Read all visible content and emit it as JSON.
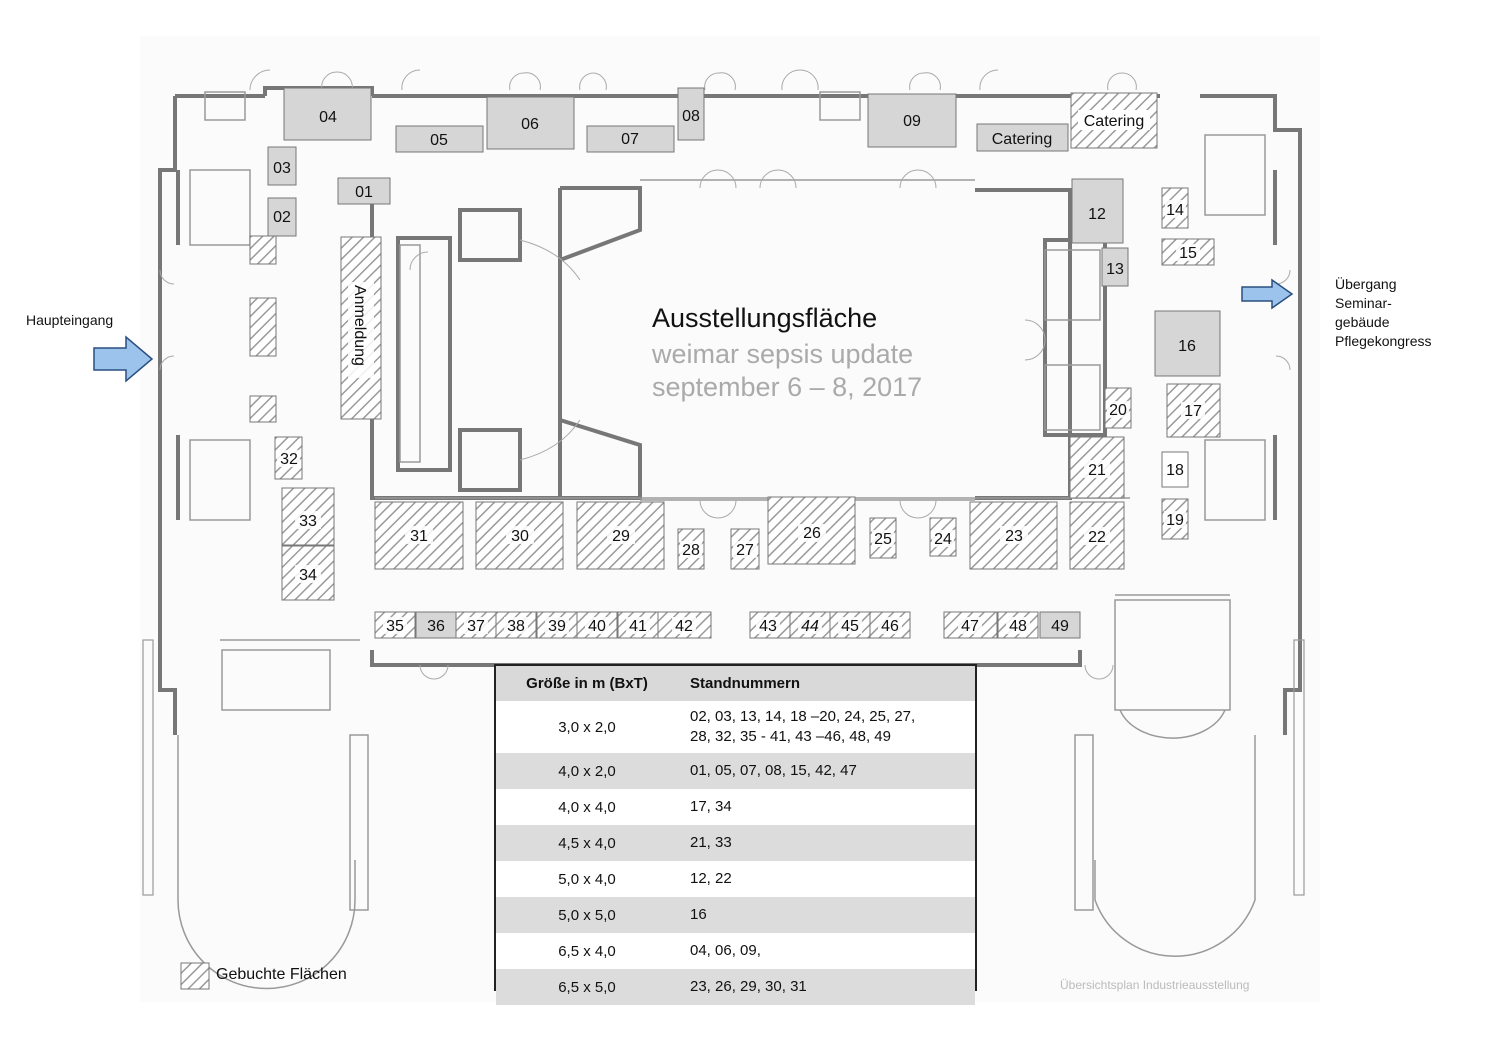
{
  "hall": {
    "title": "Ausstellungsfläche",
    "subtitle_line1": "weimar sepsis update",
    "subtitle_line2": "september 6 – 8, 2017"
  },
  "registration_label": "Anmeldung",
  "entrances": {
    "main": "Haupteingang",
    "transfer_line1": "Übergang",
    "transfer_line2": "Seminar-",
    "transfer_line3": "gebäude",
    "transfer_line4": "Pflegekongress"
  },
  "booths": [
    {
      "id": "01",
      "booked": false
    },
    {
      "id": "02",
      "booked": false
    },
    {
      "id": "03",
      "booked": false
    },
    {
      "id": "04",
      "booked": false
    },
    {
      "id": "05",
      "booked": false
    },
    {
      "id": "06",
      "booked": false
    },
    {
      "id": "07",
      "booked": false
    },
    {
      "id": "08",
      "booked": false
    },
    {
      "id": "09",
      "booked": false
    },
    {
      "id": "Catering",
      "booked": false
    },
    {
      "id": "Catering",
      "booked": true
    },
    {
      "id": "12",
      "booked": false
    },
    {
      "id": "13",
      "booked": false
    },
    {
      "id": "14",
      "booked": true
    },
    {
      "id": "15",
      "booked": true
    },
    {
      "id": "16",
      "booked": false
    },
    {
      "id": "17",
      "booked": true
    },
    {
      "id": "18",
      "booked": false
    },
    {
      "id": "19",
      "booked": true
    },
    {
      "id": "20",
      "booked": true
    },
    {
      "id": "21",
      "booked": true
    },
    {
      "id": "22",
      "booked": true
    },
    {
      "id": "23",
      "booked": true
    },
    {
      "id": "24",
      "booked": true
    },
    {
      "id": "25",
      "booked": true
    },
    {
      "id": "26",
      "booked": true
    },
    {
      "id": "27",
      "booked": true
    },
    {
      "id": "28",
      "booked": true
    },
    {
      "id": "29",
      "booked": true
    },
    {
      "id": "30",
      "booked": true
    },
    {
      "id": "31",
      "booked": true
    },
    {
      "id": "32",
      "booked": true
    },
    {
      "id": "33",
      "booked": true
    },
    {
      "id": "34",
      "booked": true
    },
    {
      "id": "35",
      "booked": true
    },
    {
      "id": "36",
      "booked": false
    },
    {
      "id": "37",
      "booked": true
    },
    {
      "id": "38",
      "booked": true
    },
    {
      "id": "39",
      "booked": true
    },
    {
      "id": "40",
      "booked": true
    },
    {
      "id": "41",
      "booked": true
    },
    {
      "id": "42",
      "booked": true
    },
    {
      "id": "43",
      "booked": true
    },
    {
      "id": "44",
      "booked": true
    },
    {
      "id": "45",
      "booked": true
    },
    {
      "id": "46",
      "booked": true
    },
    {
      "id": "47",
      "booked": true
    },
    {
      "id": "48",
      "booked": true
    },
    {
      "id": "49",
      "booked": false
    }
  ],
  "size_table": {
    "header_size": "Größe in m (BxT)",
    "header_numbers": "Standnummern",
    "rows": [
      {
        "size": "3,0 x 2,0",
        "numbers_line1": "02, 03, 13, 14, 18 –20, 24, 25, 27,",
        "numbers_line2": "28, 32, 35 - 41, 43 –46, 48, 49"
      },
      {
        "size": "4,0 x 2,0",
        "numbers_line1": "01, 05, 07, 08, 15, 42, 47",
        "numbers_line2": ""
      },
      {
        "size": "4,0 x 4,0",
        "numbers_line1": "17, 34",
        "numbers_line2": ""
      },
      {
        "size": "4,5 x 4,0",
        "numbers_line1": "21, 33",
        "numbers_line2": ""
      },
      {
        "size": "5,0 x 4,0",
        "numbers_line1": "12, 22",
        "numbers_line2": ""
      },
      {
        "size": "5,0 x 5,0",
        "numbers_line1": "16",
        "numbers_line2": ""
      },
      {
        "size": "6,5 x 4,0",
        "numbers_line1": "04, 06, 09,",
        "numbers_line2": ""
      },
      {
        "size": "6,5 x 5,0",
        "numbers_line1": "23, 26, 29, 30, 31",
        "numbers_line2": ""
      }
    ]
  },
  "legend": {
    "booked_label": "Gebuchte Flächen"
  },
  "footer": "Übersichtsplan Industrieausstellung",
  "colors": {
    "booth_fill": "#d6d6d6",
    "wall": "#777777",
    "arrow": "#9cc3ec",
    "title_grey": "#aaaaaa"
  }
}
